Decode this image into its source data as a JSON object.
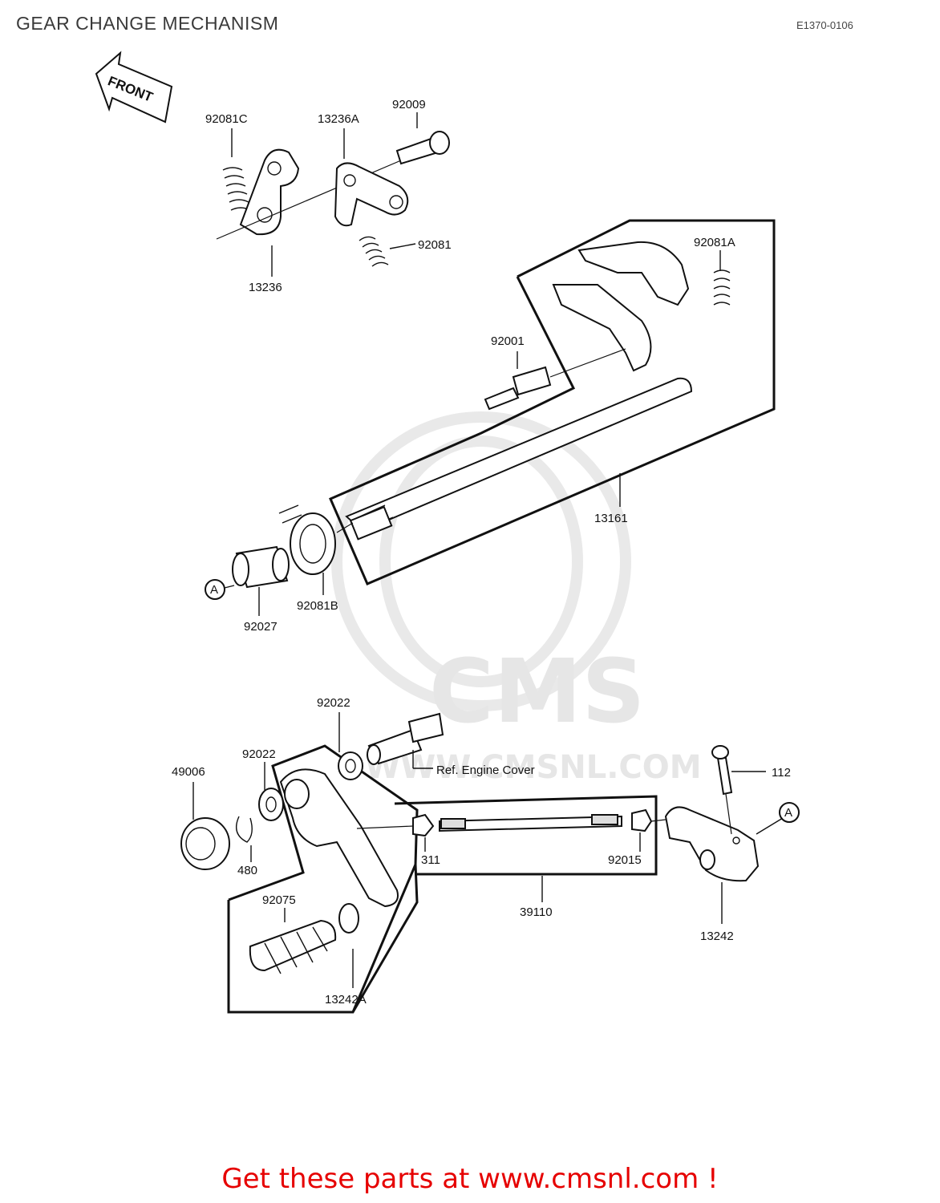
{
  "header": {
    "title": "GEAR CHANGE MECHANISM",
    "diagram_code": "E1370-0106"
  },
  "front_arrow": {
    "label": "FRONT"
  },
  "parts": {
    "p92081C": "92081C",
    "p13236A": "13236A",
    "p92009": "92009",
    "p92081": "92081",
    "p13236": "13236",
    "p92081A": "92081A",
    "p92001": "92001",
    "p13161": "13161",
    "p92027": "92027",
    "p92081B": "92081B",
    "p92022a": "92022",
    "p92022b": "92022",
    "p49006": "49006",
    "p480": "480",
    "p311": "311",
    "p92015": "92015",
    "p39110": "39110",
    "p112": "112",
    "p13242": "13242",
    "p92075": "92075",
    "p13242A": "13242A"
  },
  "reference": {
    "engine_cover": "Ref.  Engine Cover"
  },
  "callouts": {
    "a1": "A",
    "a2": "A"
  },
  "watermark": {
    "brand": "CMS",
    "url": "WWW.CMSNL.COM"
  },
  "footer": {
    "promo": "Get these parts at www.cmsnl.com !"
  },
  "colors": {
    "promo": "#e60000",
    "title": "#3a3a3a",
    "watermark": "#e6e6e6"
  }
}
